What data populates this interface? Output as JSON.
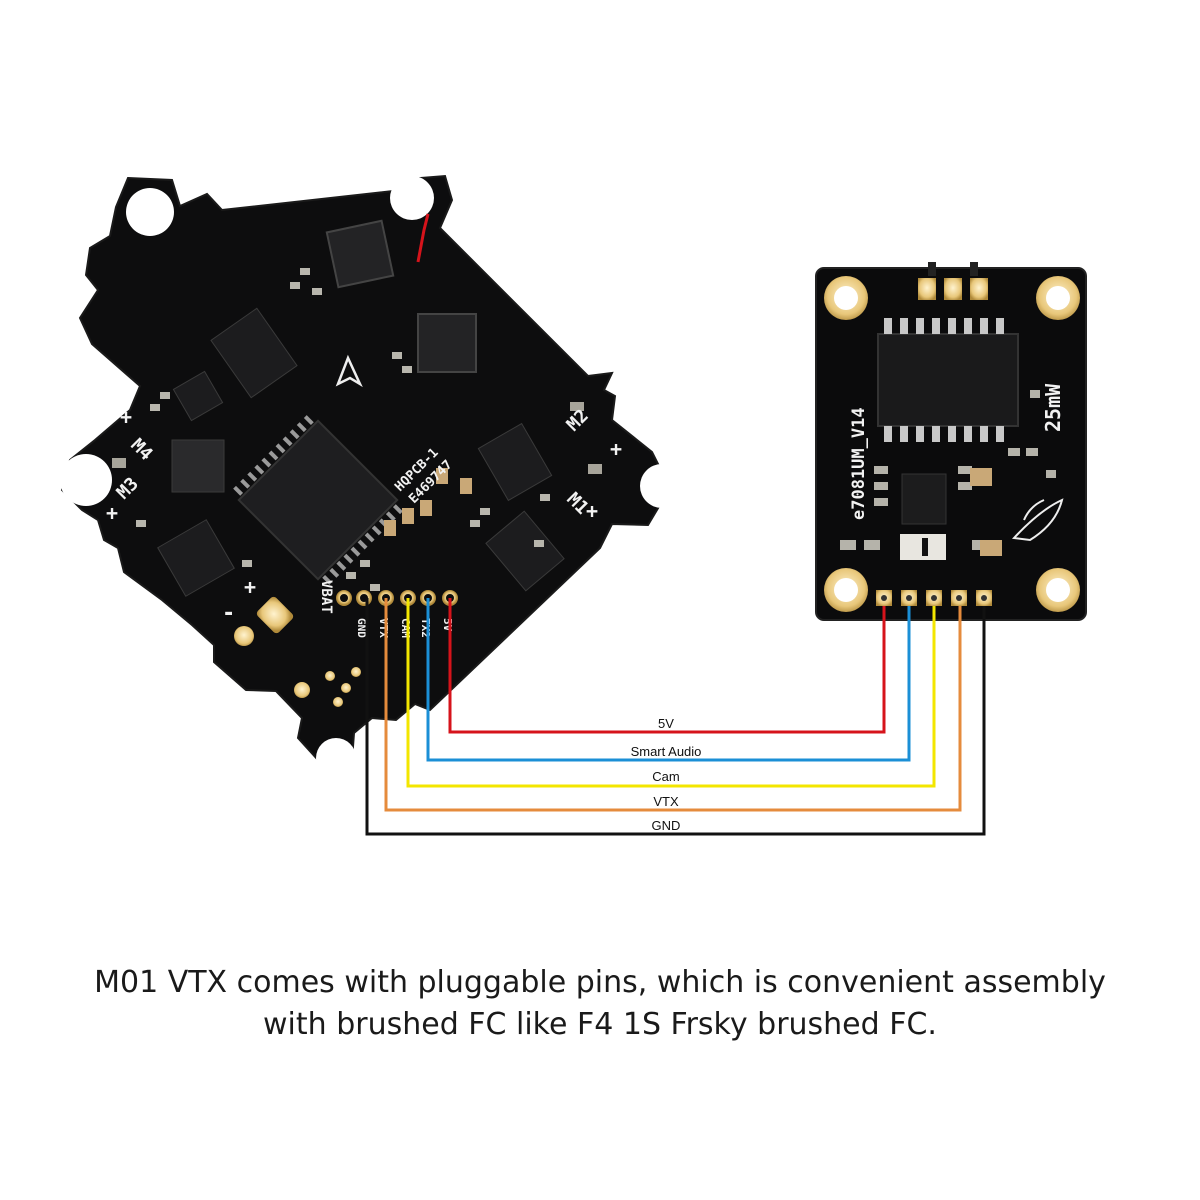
{
  "fc_board": {
    "motor_labels": [
      "M1",
      "M2",
      "M3",
      "M4"
    ],
    "polarity_plus": "+",
    "polarity_minus": "-",
    "vbat_label": "VBAT",
    "pcb_code": "HQPCB-1",
    "serial": "E469747",
    "pad_labels": [
      "GND",
      "VTX",
      "CAM",
      "TX2",
      "5V"
    ]
  },
  "vtx_board": {
    "model": "e7081UM_V14",
    "power": "25mW"
  },
  "wires": [
    {
      "label": "5V",
      "color": "#d6131b"
    },
    {
      "label": "Smart Audio",
      "color": "#1b8fd6"
    },
    {
      "label": "Cam",
      "color": "#f3e600"
    },
    {
      "label": "VTX",
      "color": "#e58b3c"
    },
    {
      "label": "GND",
      "color": "#111111"
    }
  ],
  "caption": {
    "line1": "M01 VTX comes with pluggable pins, which is convenient assembly",
    "line2": "with brushed FC like F4 1S Frsky brushed FC."
  }
}
